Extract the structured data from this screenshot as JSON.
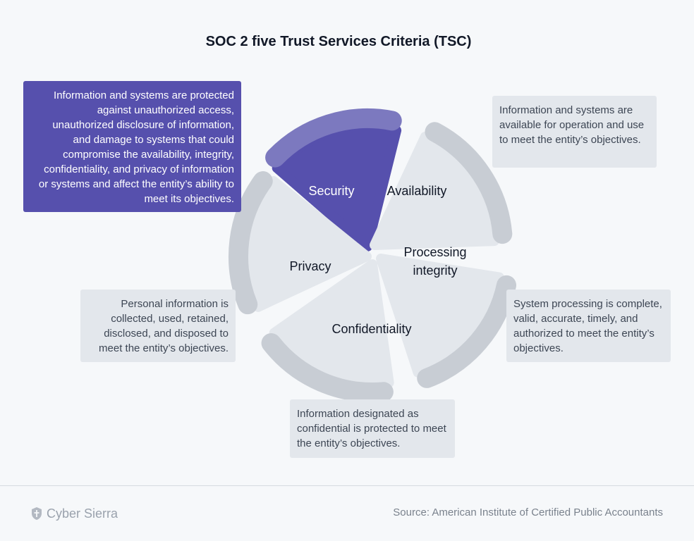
{
  "title": "SOC 2 five Trust Services Criteria (TSC)",
  "segments": [
    {
      "id": "security",
      "label": "Security",
      "highlighted": true
    },
    {
      "id": "availability",
      "label": "Availability"
    },
    {
      "id": "processing",
      "label_lines": [
        "Processing",
        "integrity"
      ]
    },
    {
      "id": "confidentiality",
      "label": "Confidentiality"
    },
    {
      "id": "privacy",
      "label": "Privacy"
    }
  ],
  "descriptions": {
    "security": "Information and systems are protected against unauthorized access, unauthorized disclosure of information, and damage to systems that could compromise the availability, integrity, confidentiality, and privacy of information or systems and affect the entity’s ability to meet its objectives.",
    "availability": "Information and systems are available for operation and use to meet the entity’s objectives.",
    "processing": "System processing is complete, valid, accurate, timely, and authorized to meet the entity’s objectives.",
    "confidentiality": "Information designated as confidential is protected to meet the entity’s objectives.",
    "privacy": "Personal information is collected, used, retained, disclosed, and disposed to meet the entity’s objectives."
  },
  "footer": {
    "brand": "Cyber Sierra",
    "source": "Source: American Institute of Certified Public Accountants"
  },
  "colors": {
    "highlight": "#5650ad",
    "highlight_ring": "#7c79bf",
    "segment": "#e3e7ec",
    "ring": "#c8cdd4"
  }
}
